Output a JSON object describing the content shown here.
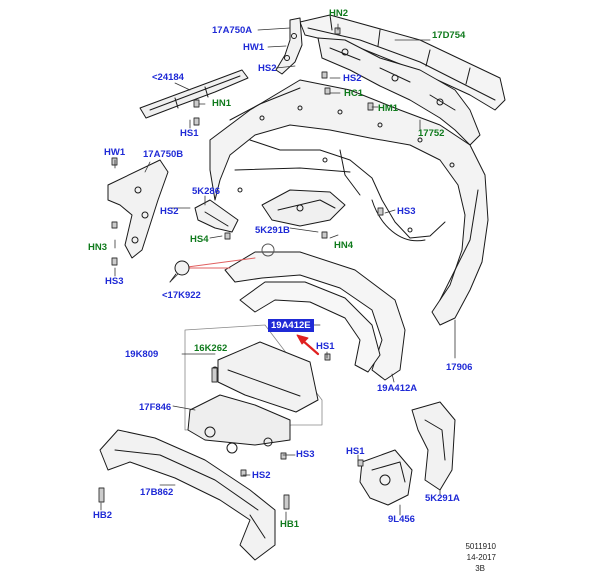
{
  "labels": {
    "l17a750a": "17A750A",
    "lhw1a": "HW1",
    "lhs2a": "HS2",
    "lhn2": "HN2",
    "l17d754": "17D754",
    "lhs2b": "HS2",
    "lhc1": "HC1",
    "lhm1": "HM1",
    "l17752": "17752",
    "l24184": "<24184",
    "lhn1": "HN1",
    "lhs1a": "HS1",
    "lhw1b": "HW1",
    "l17a750b": "17A750B",
    "l5k286": "5K286",
    "lhs2c": "HS2",
    "lhs3a": "HS3",
    "lhs4": "HS4",
    "l5k291b": "5K291B",
    "lhn4": "HN4",
    "lhn3": "HN3",
    "lhs3b": "HS3",
    "l17k922": "<17K922",
    "l19a412e": "19A412E",
    "lhs1b": "HS1",
    "l17906": "17906",
    "l19k809": "19K809",
    "l16k262": "16K262",
    "l19a412a": "19A412A",
    "l17f846": "17F846",
    "lhs3c": "HS3",
    "lhs2d": "HS2",
    "lhs1c": "HS1",
    "l17b862": "17B862",
    "lhb2": "HB2",
    "lhb1": "HB1",
    "l9l456": "9L456",
    "l5k291a": "5K291A"
  },
  "footer": {
    "code": "5011910",
    "date": "14-2017",
    "sheet": "3B"
  },
  "colors": {
    "part_label": "#1f2ad6",
    "fixing_label": "#0f7a1c",
    "highlight_bg": "#1f2ad6",
    "indicator_arrow": "#e02020",
    "line_art": "#1a1a1a"
  }
}
